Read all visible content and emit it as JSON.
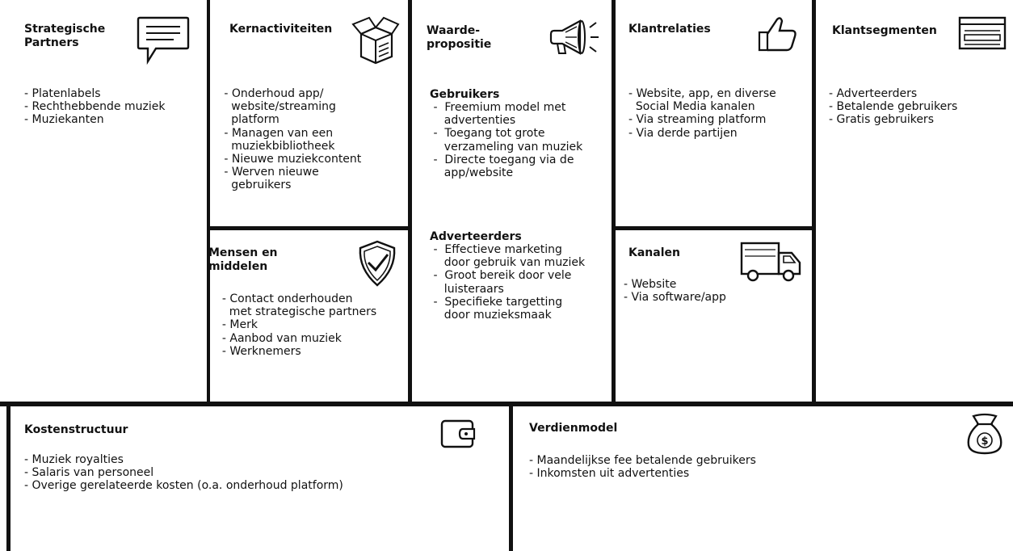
{
  "canvas": {
    "strategische_partners": {
      "title": "Strategische Partners",
      "title_lines": [
        "Strategische",
        "Partners"
      ],
      "items": [
        "- Platenlabels",
        "- Rechthebbende muziek",
        "- Muziekanten"
      ],
      "icon": "speech-bubble-icon"
    },
    "kernactiviteiten": {
      "title": "Kernactiviteiten",
      "items": [
        "   - Onderhoud app/",
        "     website/streaming",
        "     platform",
        "   - Managen van een",
        "     muziekbibliotheek",
        "   - Nieuwe muziekcontent",
        "   - Werven nieuwe",
        "     gebruikers"
      ],
      "icon": "open-box-icon"
    },
    "mensen_en_middelen": {
      "title_lines": [
        "Mensen en",
        "middelen"
      ],
      "items": [
        "  - Contact onderhouden",
        "    met strategische partners",
        "  - Merk",
        "  - Aanbod van muziek",
        "  - Werknemers"
      ],
      "icon": "shield-check-icon"
    },
    "waardepropositie": {
      "title_lines": [
        "Waarde-",
        "propositie"
      ],
      "icon": "megaphone-icon",
      "groups": [
        {
          "heading": "Gebruikers",
          "items": [
            " -  Freemium model met",
            "    advertenties",
            " -  Toegang tot grote",
            "    verzameling van muziek",
            " -  Directe toegang via de",
            "    app/website"
          ]
        },
        {
          "heading": "Adverteerders",
          "items": [
            " -  Effectieve marketing",
            "    door gebruik van muziek",
            " -  Groot bereik door vele",
            "    luisteraars",
            " -  Specifieke targetting",
            "    door muzieksmaak"
          ]
        }
      ]
    },
    "klantrelaties": {
      "title": "Klantrelaties",
      "items": [
        "- Website, app, en diverse",
        "  Social Media kanalen",
        "- Via streaming platform",
        "- Via derde partijen"
      ],
      "icon": "thumbs-up-icon"
    },
    "kanalen": {
      "title": "Kanalen",
      "items": [
        "- Website",
        "- Via software/app"
      ],
      "icon": "delivery-truck-icon"
    },
    "klantsegmenten": {
      "title": "Klantsegmenten",
      "items": [
        "- Adverteerders",
        "- Betalende gebruikers",
        "- Gratis gebruikers"
      ],
      "icon": "id-card-icon"
    },
    "kostenstructuur": {
      "title": "Kostenstructuur",
      "items": [
        "- Muziek royalties",
        "- Salaris van personeel",
        "- Overige gerelateerde kosten (o.a. onderhoud platform)"
      ],
      "icon": "wallet-icon"
    },
    "verdienmodel": {
      "title": "Verdienmodel",
      "items": [
        "- Maandelijkse fee betalende gebruikers",
        "- Inkomsten uit advertenties"
      ],
      "icon": "money-bag-icon"
    }
  }
}
